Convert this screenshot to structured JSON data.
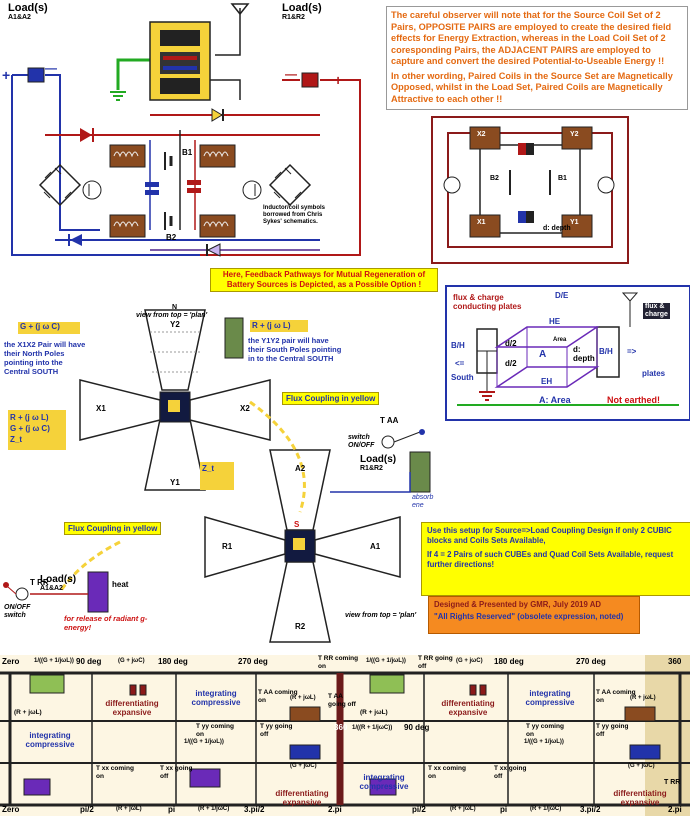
{
  "top": {
    "load_left": "Load(s)",
    "load_left_sub": "A1&A2",
    "load_right": "Load(s)",
    "load_right_sub": "R1&R2",
    "b1": "B1",
    "b2": "B2",
    "credit_note": "Inductor/coil symbols borrowed from Chris Sykes' schematics.",
    "observer_note_1": "The careful observer will note that for the Source Coil Set of 2 Pairs, OPPOSITE PAIRS are employed to create the desired field effects for Energy Extraction, whereas in the Load Coil Set of 2 coresponding Pairs, the ADJACENT PAIRS are employed to capture and convert the desired Potential-to-Useable Energy !!",
    "observer_note_2": "In other wording, Paired Coils in the Source Set are Magnetically Opposed, whilst in the Load Set, Paired Coils are Magnetically Attractive to each other !!",
    "cube_b1": "B1",
    "cube_b2": "B2",
    "cube_depth": "d: depth",
    "cube_x1": "X1",
    "cube_x2": "X2",
    "cube_y1": "Y1",
    "cube_y2": "Y2"
  },
  "middle": {
    "feedback_note": "Here, Feedback Pathways for Mutual Regeneration of Battery Sources is Depicted, as a Possible Option !",
    "view_top": "view from top = 'plan'",
    "view_bottom": "view from top = 'plan'",
    "x_pair_note": "the X1X2 Pair will have their North Poles pointing into the Central SOUTH",
    "y_pair_note": "the Y1Y2 pair will have their South Poles pointing in to the Central SOUTH",
    "flux_coupling_1": "Flux Coupling in yellow",
    "flux_coupling_2": "Flux Coupling in yellow",
    "formula_g": "G + (j ω C)",
    "formula_r": "R + (j ω L)",
    "formula_zt": "Z_t",
    "switch_label": "switch ON/OFF",
    "switch_label_2": "ON/OFF switch",
    "load_r": "Load(s)",
    "load_r_sub": "R1&R2",
    "load_a": "Load(s)",
    "load_a_sub": "A1&A2",
    "absorb": "absorb ene",
    "heat": "heat",
    "radiant": "for release of radiant g-energy!",
    "taa": "T AA",
    "trr": "T RR",
    "coil_x1": "X1",
    "coil_x2": "X2",
    "coil_y1": "Y1",
    "coil_y2": "Y2",
    "coil_a1": "A1",
    "coil_a2": "A2",
    "coil_r1": "R1",
    "coil_r2": "R2",
    "pole_n": "N",
    "pole_s": "S",
    "setup_note_1": "Use this setup for Source=>Load Coupling Design if only 2 CUBIC blocks and Coils Sets Available,",
    "setup_note_2": "If 4 = 2 Pairs of such CUBEs and Quad Coil Sets Available, request further directions!",
    "designed_by": "Designed & Presented by GMR, July 2019 AD",
    "rights": "\"All Rights Reserved\" (obsolete expression, noted)"
  },
  "capacitor": {
    "flux_charge": "flux & charge conducting plates",
    "de": "D/E",
    "he": "HE",
    "eh": "EH",
    "d2a": "d/2",
    "d2b": "d/2",
    "area": "Area",
    "a": "A",
    "depth": "d: depth",
    "bh_left": "B/H",
    "bh_right": "B/H",
    "left_arrow": "<=",
    "right_arrow": "=>",
    "south": "South",
    "flux_tag": "flux &",
    "charge_tag": "charge",
    "plates": "plates",
    "area_label": "A: Area",
    "not_earthed": "Not earthed!"
  },
  "timeline": {
    "row1": [
      "Zero",
      "1/((G + 1/jωL))",
      "90 deg",
      "(G + jωC)",
      "180 deg",
      "270 deg",
      "T RR coming on",
      "1/((G + 1/jωL))",
      "T RR going off",
      "(G + jωC)",
      "180 deg",
      "270 deg",
      "360"
    ],
    "row2": [
      "(R + jωL)",
      "differentiating expansive",
      "integrating compressive",
      "T AA coming on",
      "(R + jωL)",
      "T AA going off",
      "(R + jωL)",
      "differentiating expansive",
      "integrating compressive",
      "T AA coming on",
      "(R + jωL)"
    ],
    "row3": [
      "T yy coming on",
      "1/((G + 1/jωL))",
      "T yy going off",
      "360",
      "1/((R + 1/jωC))",
      "90 deg",
      "T yy coming on",
      "1/((G + 1/jωL))",
      "T yy going off"
    ],
    "row4": [
      "integrating compressive",
      "T xx coming on",
      "T xx going off",
      "(G + jωC)",
      "integrating compressive",
      "T xx coming on",
      "T xx going off",
      "(G + jωC)",
      "T RR"
    ],
    "row5": [
      "Zero",
      "pi/2",
      "(R + jωL)",
      "pi",
      "(R + 1/jωC)",
      "3.pi/2",
      "differentiating expansive",
      "2.pi",
      "pi/2",
      "(R + jωL)",
      "pi",
      "(R + 1/jωC)",
      "3.pi/2",
      "differentiating expansive",
      "2.pi"
    ]
  }
}
